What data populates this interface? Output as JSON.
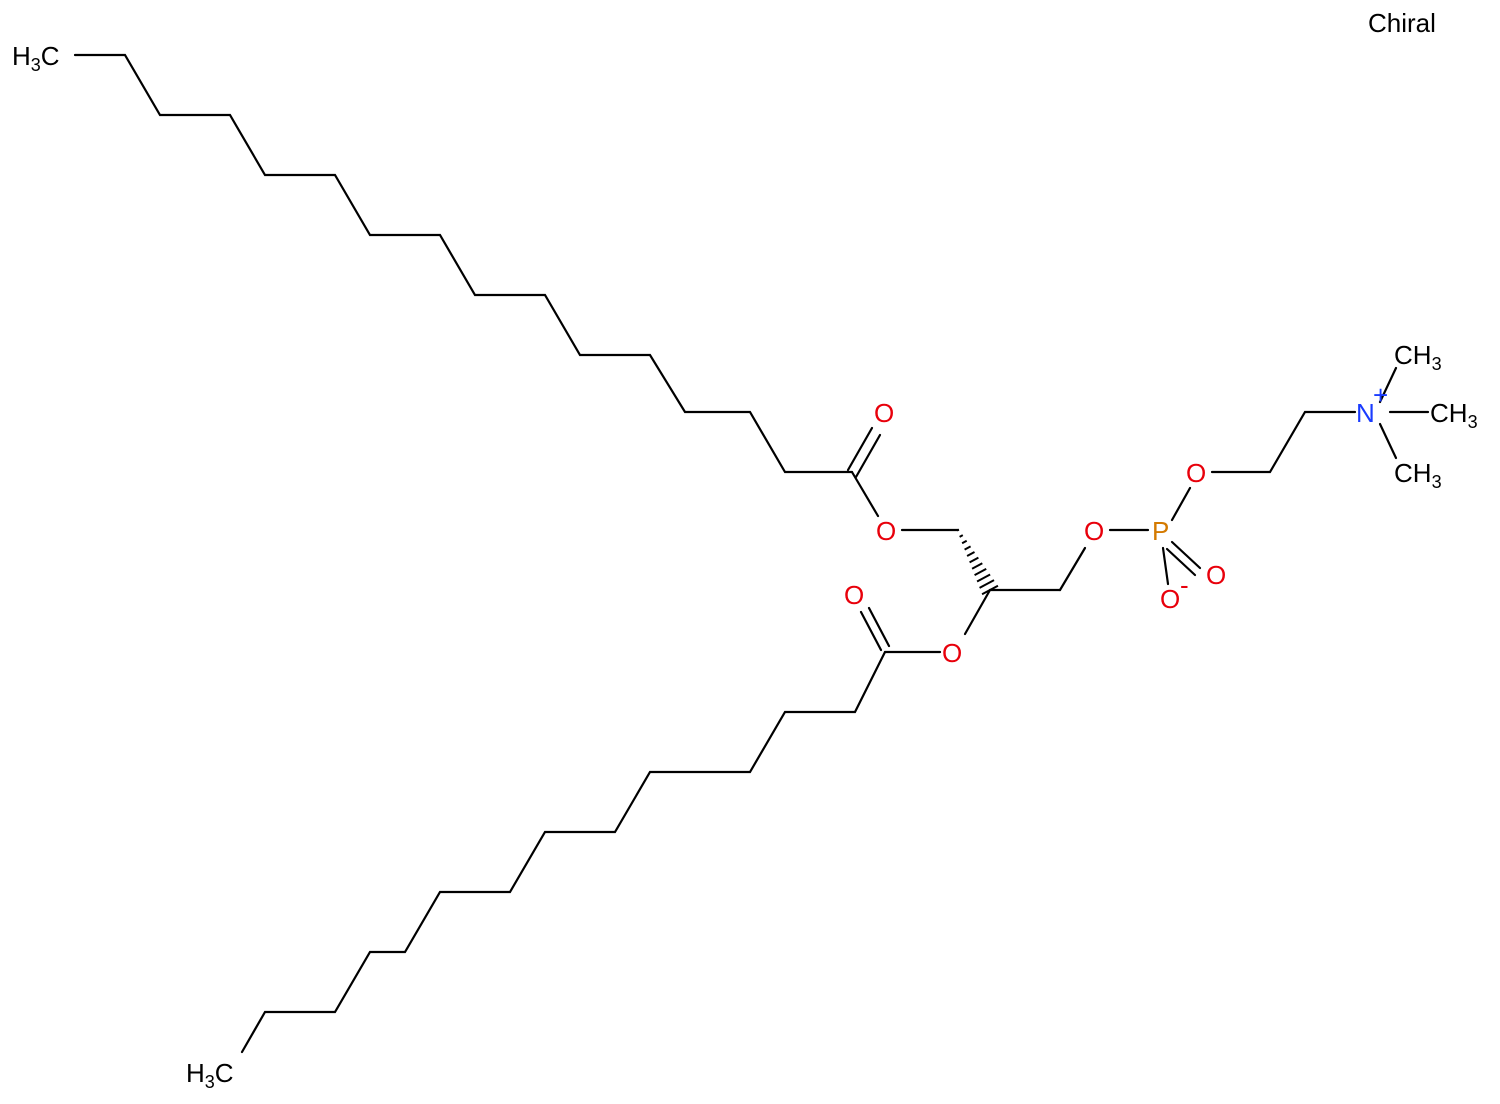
{
  "colors": {
    "bond": "#000000",
    "oxygen": "#e8000b",
    "phosphorus": "#d47a00",
    "nitrogen": "#1a3cff",
    "carbon": "#000000"
  },
  "stereo_label": "Chiral",
  "atoms": {
    "ch3_top": "CH3",
    "ch3_bottom": "CH3",
    "o_carbonyl1": "O",
    "o_ester1": "O",
    "o_carbonyl2": "O",
    "o_ester2": "O",
    "o_glyc_phos": "O",
    "p": "P",
    "o_phos_double": "O",
    "o_phos_minus": "O",
    "o_phos_choline": "O",
    "n_plus": "N",
    "n_me_top": "CH3",
    "n_me_right": "CH3",
    "n_me_bottom": "CH3"
  },
  "charges": {
    "o_minus": "-",
    "n_plus": "+"
  }
}
